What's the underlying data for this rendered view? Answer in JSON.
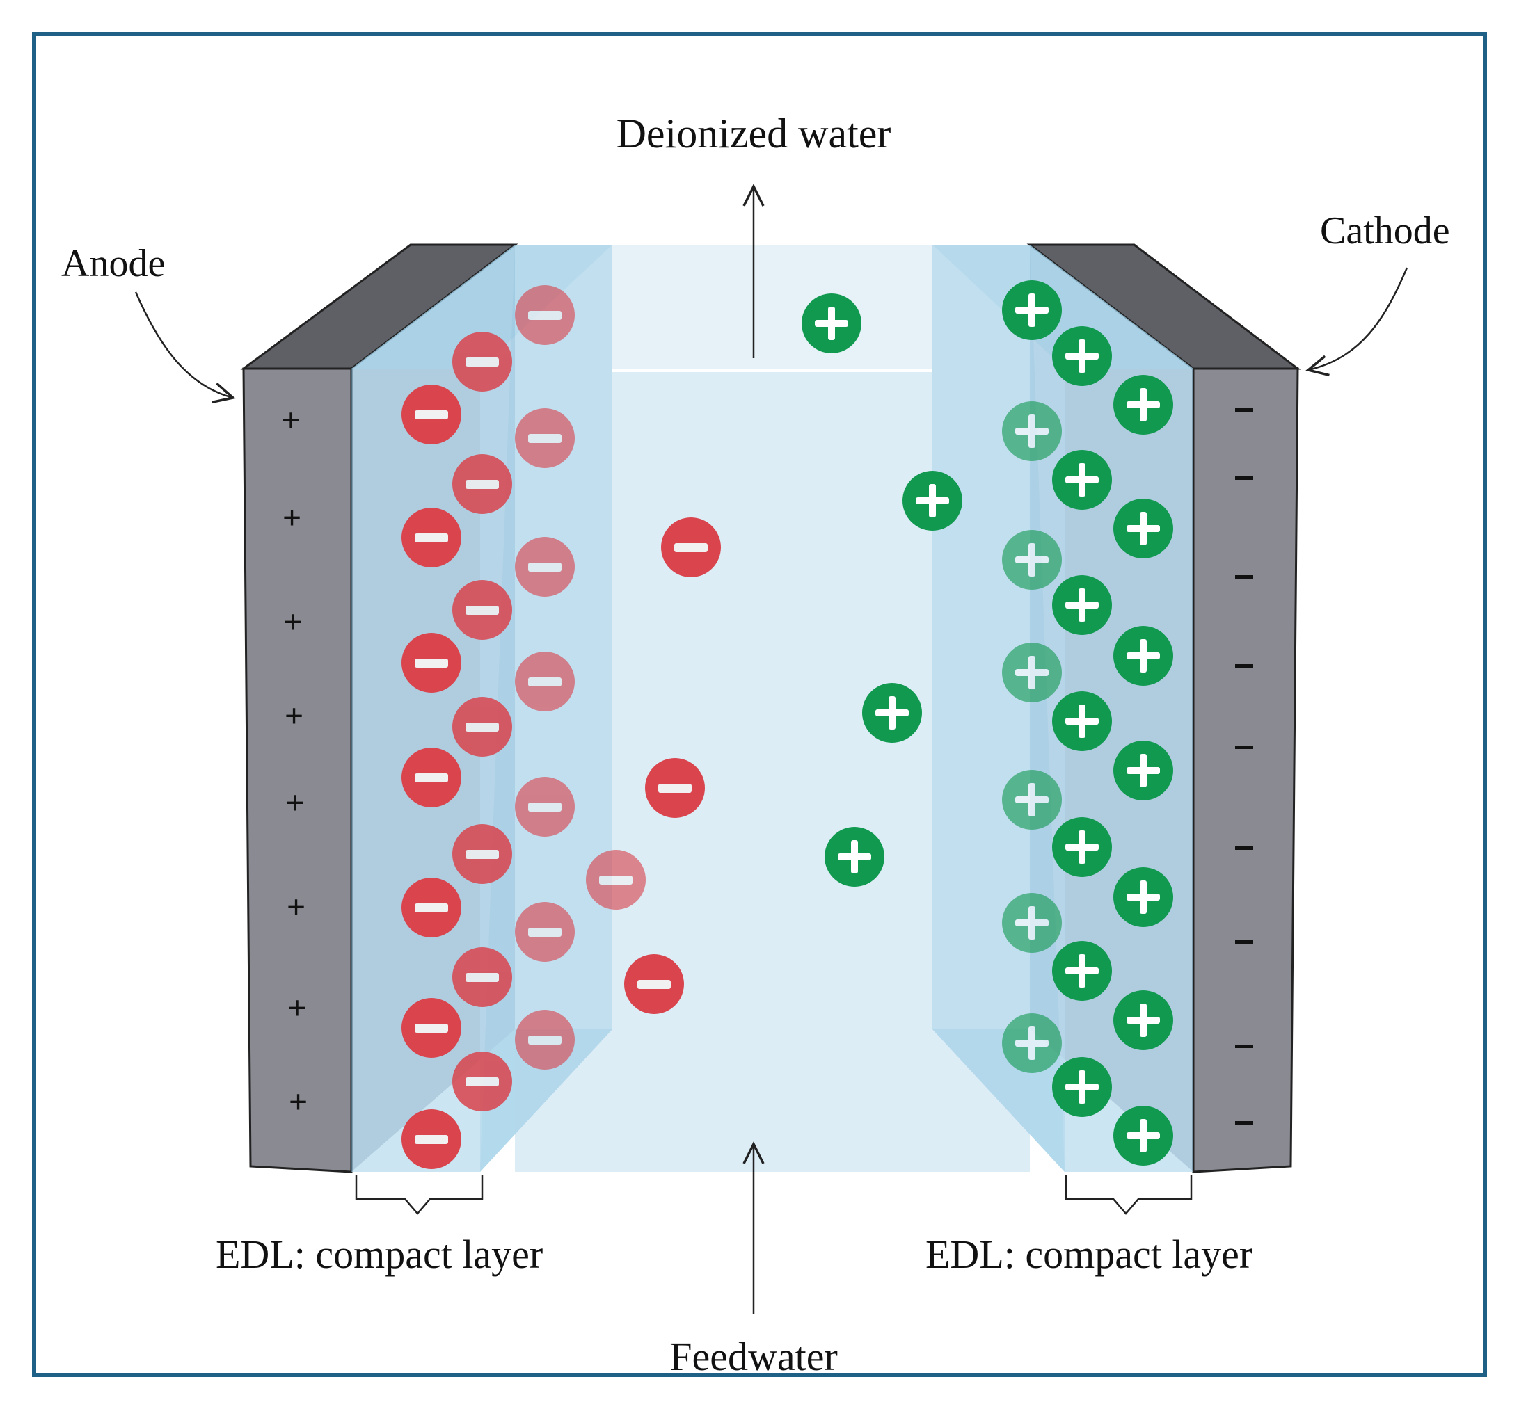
{
  "labels": {
    "deionized_water": "Deionized water",
    "anode": "Anode",
    "cathode": "Cathode",
    "edl_left": "EDL: compact layer",
    "edl_right": "EDL: compact layer",
    "feedwater": "Feedwater"
  },
  "symbols": {
    "anode_charge": "+",
    "cathode_charge": "−"
  },
  "colors": {
    "frame": "#1f6186",
    "electrode": "#8a8b92",
    "anion": "#d9444d",
    "cation": "#10994f",
    "water": "#d6ebf5",
    "edl_layer": "#7aaccb"
  },
  "icons": {
    "anion": "minus-circle-icon",
    "cation": "plus-circle-icon"
  }
}
